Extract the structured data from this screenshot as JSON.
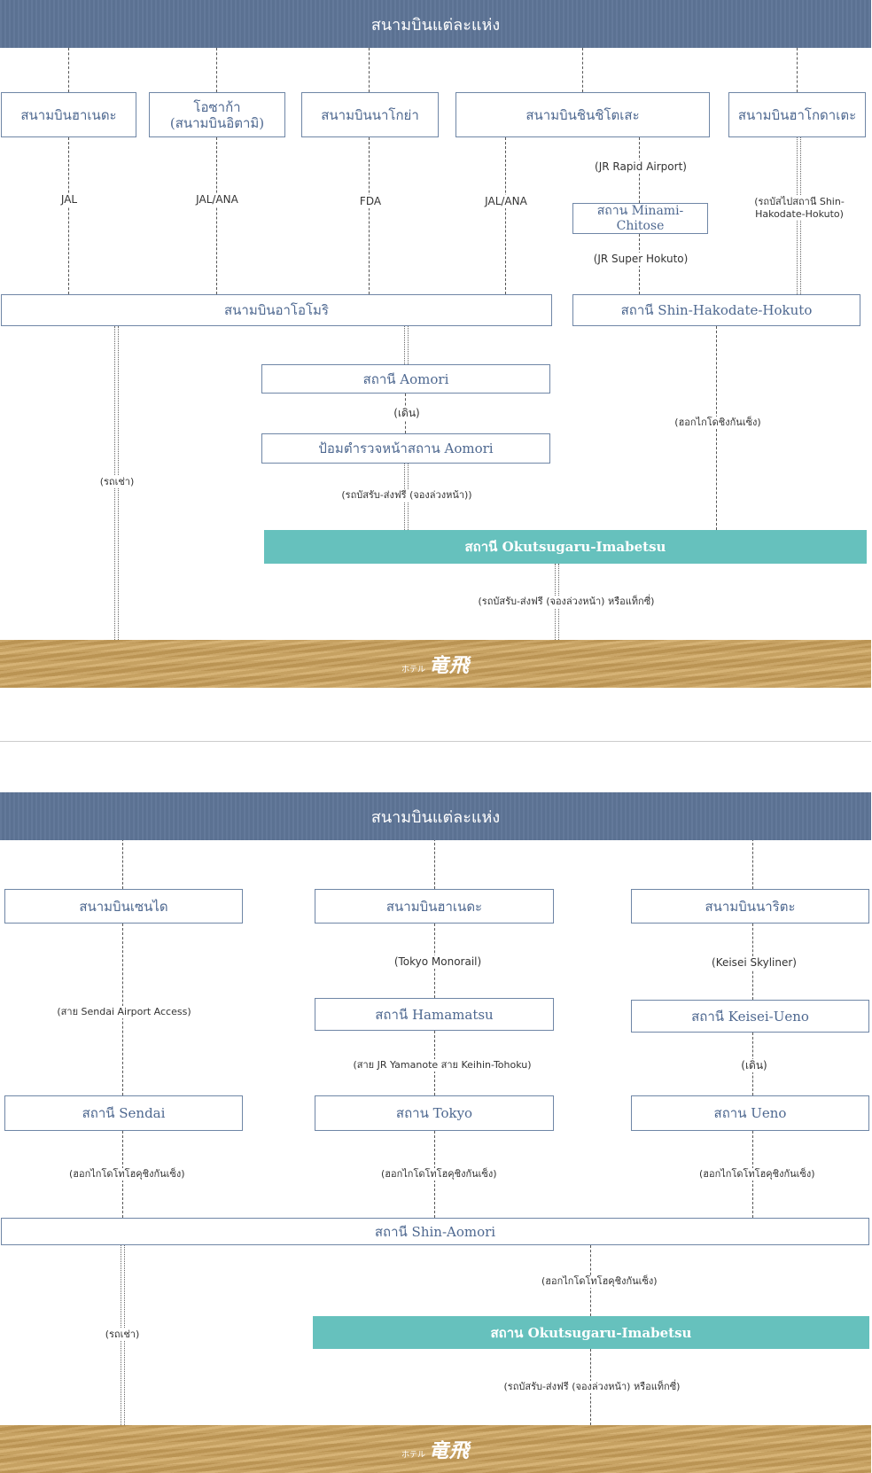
{
  "top": {
    "banner": "สนามบินแต่ละแห่ง",
    "airports": {
      "haneda": "สนามบินฮาเนดะ",
      "osaka_line1": "โอซาก้า",
      "osaka_line2": "(สนามบินอิตามิ)",
      "nagoya": "สนามบินนาโกย่า",
      "shin_chitose": "สนามบินชินชิโตเสะ",
      "hakodate": "สนามบินฮาโกดาเตะ"
    },
    "flights": {
      "haneda": "JAL",
      "osaka": "JAL/ANA",
      "nagoya": "FDA",
      "chitose": "JAL/ANA"
    },
    "jr_rapid_airport": "(JR Rapid Airport)",
    "minami_chitose": "สถาน Minami-Chitose",
    "jr_super_hokuto": "(JR Super Hokuto)",
    "hakodate_bus_line1": "(รถบัสไปสถานี Shin-",
    "hakodate_bus_line2": "Hakodate-Hokuto)",
    "aomori_airport": "สนามบินอาโอโมริ",
    "shin_hakodate_hokuto": "สถานี Shin-Hakodate-Hokuto",
    "aomori_station": "สถานี Aomori",
    "walk": "(เดิน)",
    "police_box": "ป้อมตำรวจหน้าสถาน Aomori",
    "free_shuttle": "(รถบัสรับ-ส่งฟรี (จองล่วงหน้า))",
    "hokkaido_shinkansen": "(ฮอกไกโดชิงกันเซ็ง)",
    "rental_car": "(รถเช่า)",
    "okutsugaru": "สถานี Okutsugaru-Imabetsu",
    "shuttle_or_taxi": "(รถบัสรับ-ส่งฟรี (จองล่วงหน้า) หรือแท็กซี่)",
    "logo_small": "ホテル",
    "logo_big": "竜飛"
  },
  "bottom": {
    "banner": "สนามบินแต่ละแห่ง",
    "sendai_airport": "สนามบินเซนได",
    "haneda_airport": "สนามบินฮาเนดะ",
    "narita_airport": "สนามบินนาริตะ",
    "tokyo_monorail": "(Tokyo Monorail)",
    "keisei_skyliner": "(Keisei Skyliner)",
    "sendai_airport_access": "(สาย Sendai Airport Access)",
    "hamamatsu": "สถานี Hamamatsu",
    "keisei_ueno": "สถานี Keisei-Ueno",
    "jr_lines": "(สาย JR Yamanote สาย Keihin-Tohoku)",
    "walk": "(เดิน)",
    "sendai_station": "สถานี Sendai",
    "tokyo_station": "สถาน Tokyo",
    "ueno_station": "สถาน Ueno",
    "tohoku_shinkansen_1": "(ฮอกไกโดโทโฮคุชิงกันเซ็ง)",
    "tohoku_shinkansen_2": "(ฮอกไกโดโทโฮคุชิงกันเซ็ง)",
    "tohoku_shinkansen_3": "(ฮอกไกโดโทโฮคุชิงกันเซ็ง)",
    "shin_aomori": "สถานี Shin-Aomori",
    "tohoku_shinkansen_4": "(ฮอกไกโดโทโฮคุชิงกันเซ็ง)",
    "rental_car": "(รถเช่า)",
    "okutsugaru": "สถาน Okutsugaru-Imabetsu",
    "shuttle_or_taxi": "(รถบัสรับ-ส่งฟรี (จองล่วงหน้า) หรือแท็กซี่)",
    "logo_small": "ホテル",
    "logo_big": "竜飛"
  }
}
